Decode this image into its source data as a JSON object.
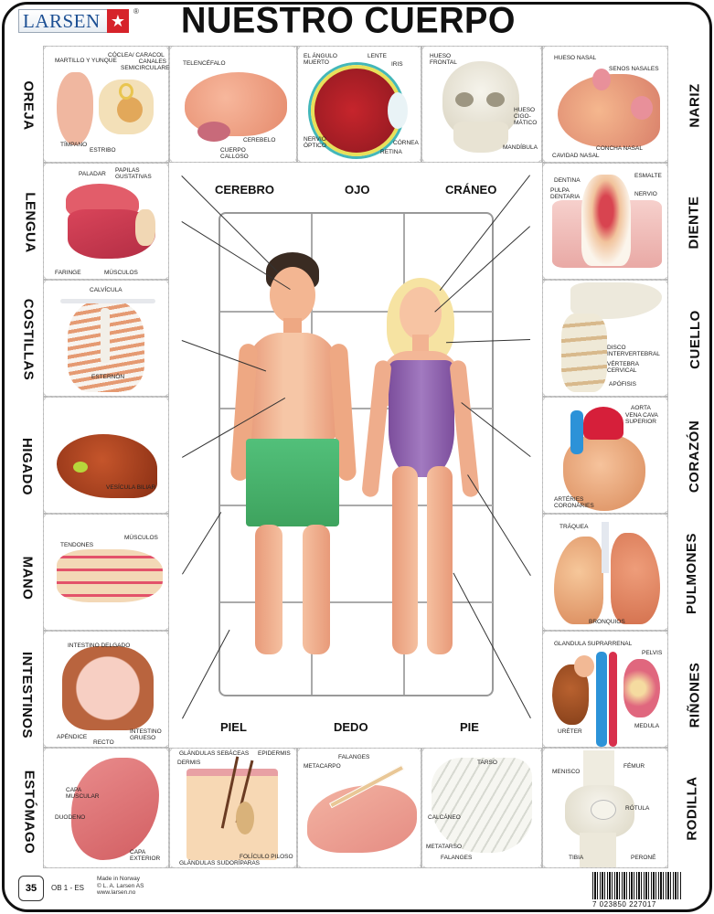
{
  "header": {
    "brand": "LARSEN",
    "registered": "®",
    "title": "NUESTRO CUERPO"
  },
  "colors": {
    "brand_blue": "#1c4f93",
    "brand_red": "#d6232a",
    "border": "#111111",
    "shorts_green": "#4cb86a",
    "swimsuit_purple": "#8a5aa8"
  },
  "top_row": [
    {
      "id": "oreja",
      "annotations": [
        "CÓCLEA/ CARACOL",
        "MARTILLO Y YUNQUE",
        "CANALES SEMICIRCULARES",
        "TÍMPANO",
        "ESTRIBO"
      ]
    },
    {
      "id": "cerebro",
      "annotations": [
        "TELENCÉFALO",
        "CEREBELO",
        "CUERPO CALLOSO"
      ]
    },
    {
      "id": "ojo",
      "annotations": [
        "EL ÁNGULO MUERTO",
        "LENTE",
        "IRIS",
        "NERVIO ÓPTICO",
        "CÓRNEA",
        "RETINA"
      ]
    },
    {
      "id": "craneo",
      "annotations": [
        "HUESO FRONTAL",
        "HUESO CIGO-MÁTICO",
        "MANDÍBULA"
      ]
    },
    {
      "id": "nariz",
      "annotations": [
        "HUESO NASAL",
        "SENOS NASALES",
        "CONCHA NASAL",
        "CAVIDAD NASAL"
      ]
    }
  ],
  "left_column": [
    {
      "label": "OREJA"
    },
    {
      "label": "LENGUA",
      "annotations": [
        "PALADAR",
        "PAPILAS GUSTATIVAS",
        "FARINGE",
        "MÚSCULOS"
      ]
    },
    {
      "label": "COSTILLAS",
      "annotations": [
        "CALVÍCULA",
        "ESTERNÓN"
      ]
    },
    {
      "label": "HIGADO",
      "annotations": [
        "VESÍCULA BILIAR"
      ]
    },
    {
      "label": "MANO",
      "annotations": [
        "TENDONES",
        "MÚSCULOS"
      ]
    },
    {
      "label": "INTESTINOS",
      "annotations": [
        "INTESTINO DELGADO",
        "APÉNDICE",
        "RECTO",
        "INTESTINO GRUESO"
      ]
    },
    {
      "label": "ESTÓMAGO",
      "annotations": [
        "CAPA MUSCULAR",
        "DUODENO",
        "CAPA EXTERIOR"
      ]
    }
  ],
  "right_column": [
    {
      "label": "NARIZ"
    },
    {
      "label": "DIENTE",
      "annotations": [
        "DENTINA",
        "ESMALTE",
        "PULPA DENTARIA",
        "NERVIO"
      ]
    },
    {
      "label": "CUELLO",
      "annotations": [
        "DISCO INTERVERTEBRAL",
        "VÉRTEBRA CERVICAL",
        "APÓFISIS"
      ]
    },
    {
      "label": "CORAZÓN",
      "annotations": [
        "AORTA",
        "VENA CAVA SUPERIOR",
        "ARTÉRIES CORONÀRIES"
      ]
    },
    {
      "label": "PULMONES",
      "annotations": [
        "TRÁQUEA",
        "BRONQUIOS"
      ]
    },
    {
      "label": "RIÑONES",
      "annotations": [
        "GLANDULA SUPRARRENAL",
        "PELVIS",
        "URÉTER",
        "MEDULA"
      ]
    },
    {
      "label": "RODILLA",
      "annotations": [
        "MENISCO",
        "FÉMUR",
        "RÓTULA",
        "TIBIA",
        "PERONÉ"
      ]
    }
  ],
  "bottom_row": [
    {
      "id": "piel",
      "annotations": [
        "GLÁNDULAS SEBÁCEAS",
        "EPIDERMIS",
        "DERMIS",
        "FOLÍCULO PILOSO",
        "GLÁNDULAS SUDORÍPARAS"
      ]
    },
    {
      "id": "dedo",
      "annotations": [
        "FALANGES",
        "METACARPO"
      ]
    },
    {
      "id": "pie",
      "annotations": [
        "TARSO",
        "CALCÁNEO",
        "METATARSO",
        "FALANGES"
      ]
    }
  ],
  "center": {
    "top_labels": [
      "CEREBRO",
      "OJO",
      "CRÁNEO"
    ],
    "bottom_labels": [
      "PIEL",
      "DEDO",
      "PIE"
    ]
  },
  "footer": {
    "piece_count": "35",
    "product_code": "OB 1 - ES",
    "made_in": "Made in Norway",
    "copyright": "© L. A. Larsen AS",
    "website": "www.larsen.no",
    "barcode": "7 023850 227017"
  }
}
